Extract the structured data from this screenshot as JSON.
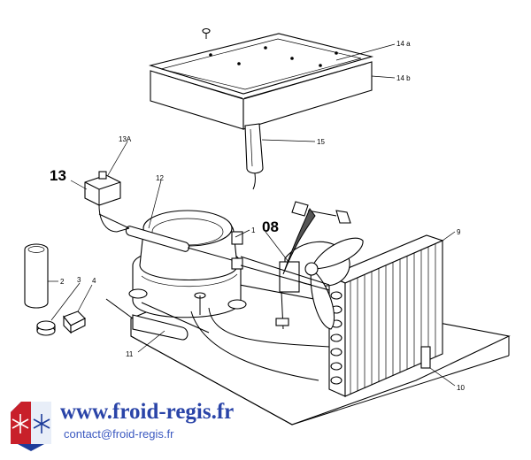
{
  "labels": {
    "p14a": "14 a",
    "p14b": "14 b",
    "p15": "15",
    "p13a": "13A",
    "p13": "13",
    "p12": "12",
    "p1": "1",
    "p08": "08",
    "p9": "9",
    "p2": "2",
    "p3": "3",
    "p4": "4",
    "p11": "11",
    "p10": "10"
  },
  "footer": {
    "url": "www.froid-regis.fr",
    "email": "contact@froid-regis.fr"
  },
  "colors": {
    "url": "#2a44a8",
    "email": "#3a58c0",
    "logo_red": "#c8202a",
    "logo_blue": "#1d3c9a"
  },
  "icons": {
    "logo": "snowflake-flag-logo"
  }
}
